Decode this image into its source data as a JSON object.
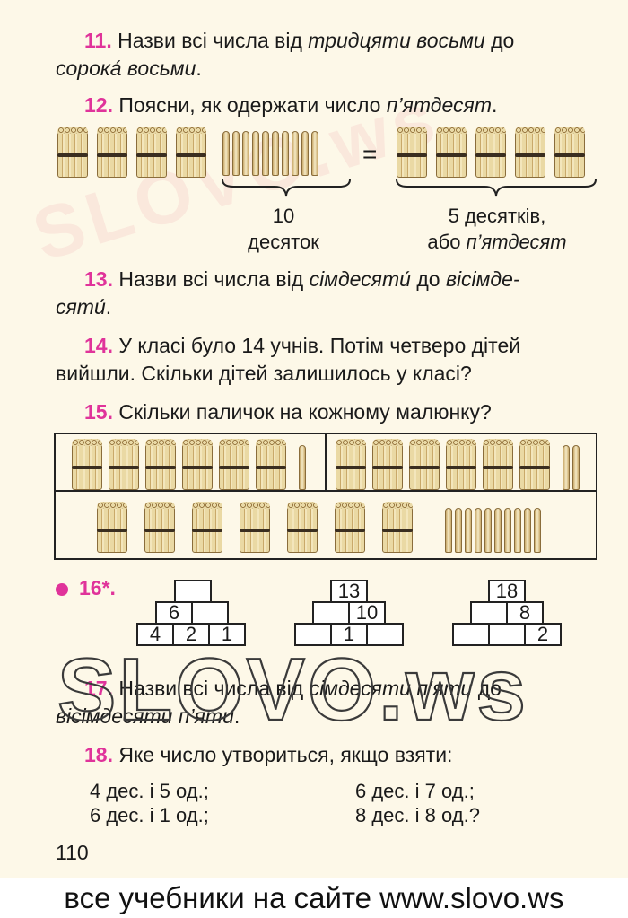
{
  "ex11": {
    "num": "11.",
    "t1": "Назви всі числа від ",
    "i1": "тридцяти восьми",
    "t2": " до",
    "i2": "сорока́ восьми",
    "t3": "."
  },
  "ex12": {
    "num": "12.",
    "t1": "Поясни, як одержати число ",
    "i1": "п’ятдесят",
    "t2": ".",
    "eq": "=",
    "l1": "10",
    "l2": "десяток",
    "r1": "5 десятків,",
    "r2a": "або ",
    "r2b": "п’ятдесят"
  },
  "ex13": {
    "num": "13.",
    "t1": "Назви всі числа від ",
    "i1": "сімдесяти́",
    "t2": " до ",
    "i2": "вісімде-",
    "i3": "сяти́",
    "t3": "."
  },
  "ex14": {
    "num": "14.",
    "line1": "У класі було 14 учнів. Потім четверо дітей",
    "line2": "вийшли. Скільки дітей залишилось у класі?"
  },
  "ex15": {
    "num": "15.",
    "text": "Скільки паличок на кожному малюнку?"
  },
  "ex16": {
    "num": "16*.",
    "p1": {
      "top": "",
      "mid": [
        "6",
        ""
      ],
      "bot": [
        "4",
        "2",
        "1"
      ]
    },
    "p2": {
      "top": "13",
      "mid": [
        "",
        "10"
      ],
      "bot": [
        "",
        "1",
        ""
      ]
    },
    "p3": {
      "top": "18",
      "mid": [
        "",
        "8"
      ],
      "bot": [
        "",
        "",
        "2"
      ]
    }
  },
  "ex17": {
    "num": "17.",
    "t1": "Назви всі числа від ",
    "i1": "сімдесяти п’яти",
    "t2": " до",
    "i2": "вісімдесяти п’яти",
    "t3": "."
  },
  "ex18": {
    "num": "18.",
    "text": "Яке число утвориться, якщо взяти:",
    "a": "4 дес. і 5 од.;",
    "b": "6 дес. і 7 од.;",
    "c": "6 дес. і 1 од.;",
    "d": "8 дес. і 8 од.?"
  },
  "page_number": "110",
  "watermark": "SLOVO.ws",
  "footer": "все учебники на сайте www.slovo.ws"
}
